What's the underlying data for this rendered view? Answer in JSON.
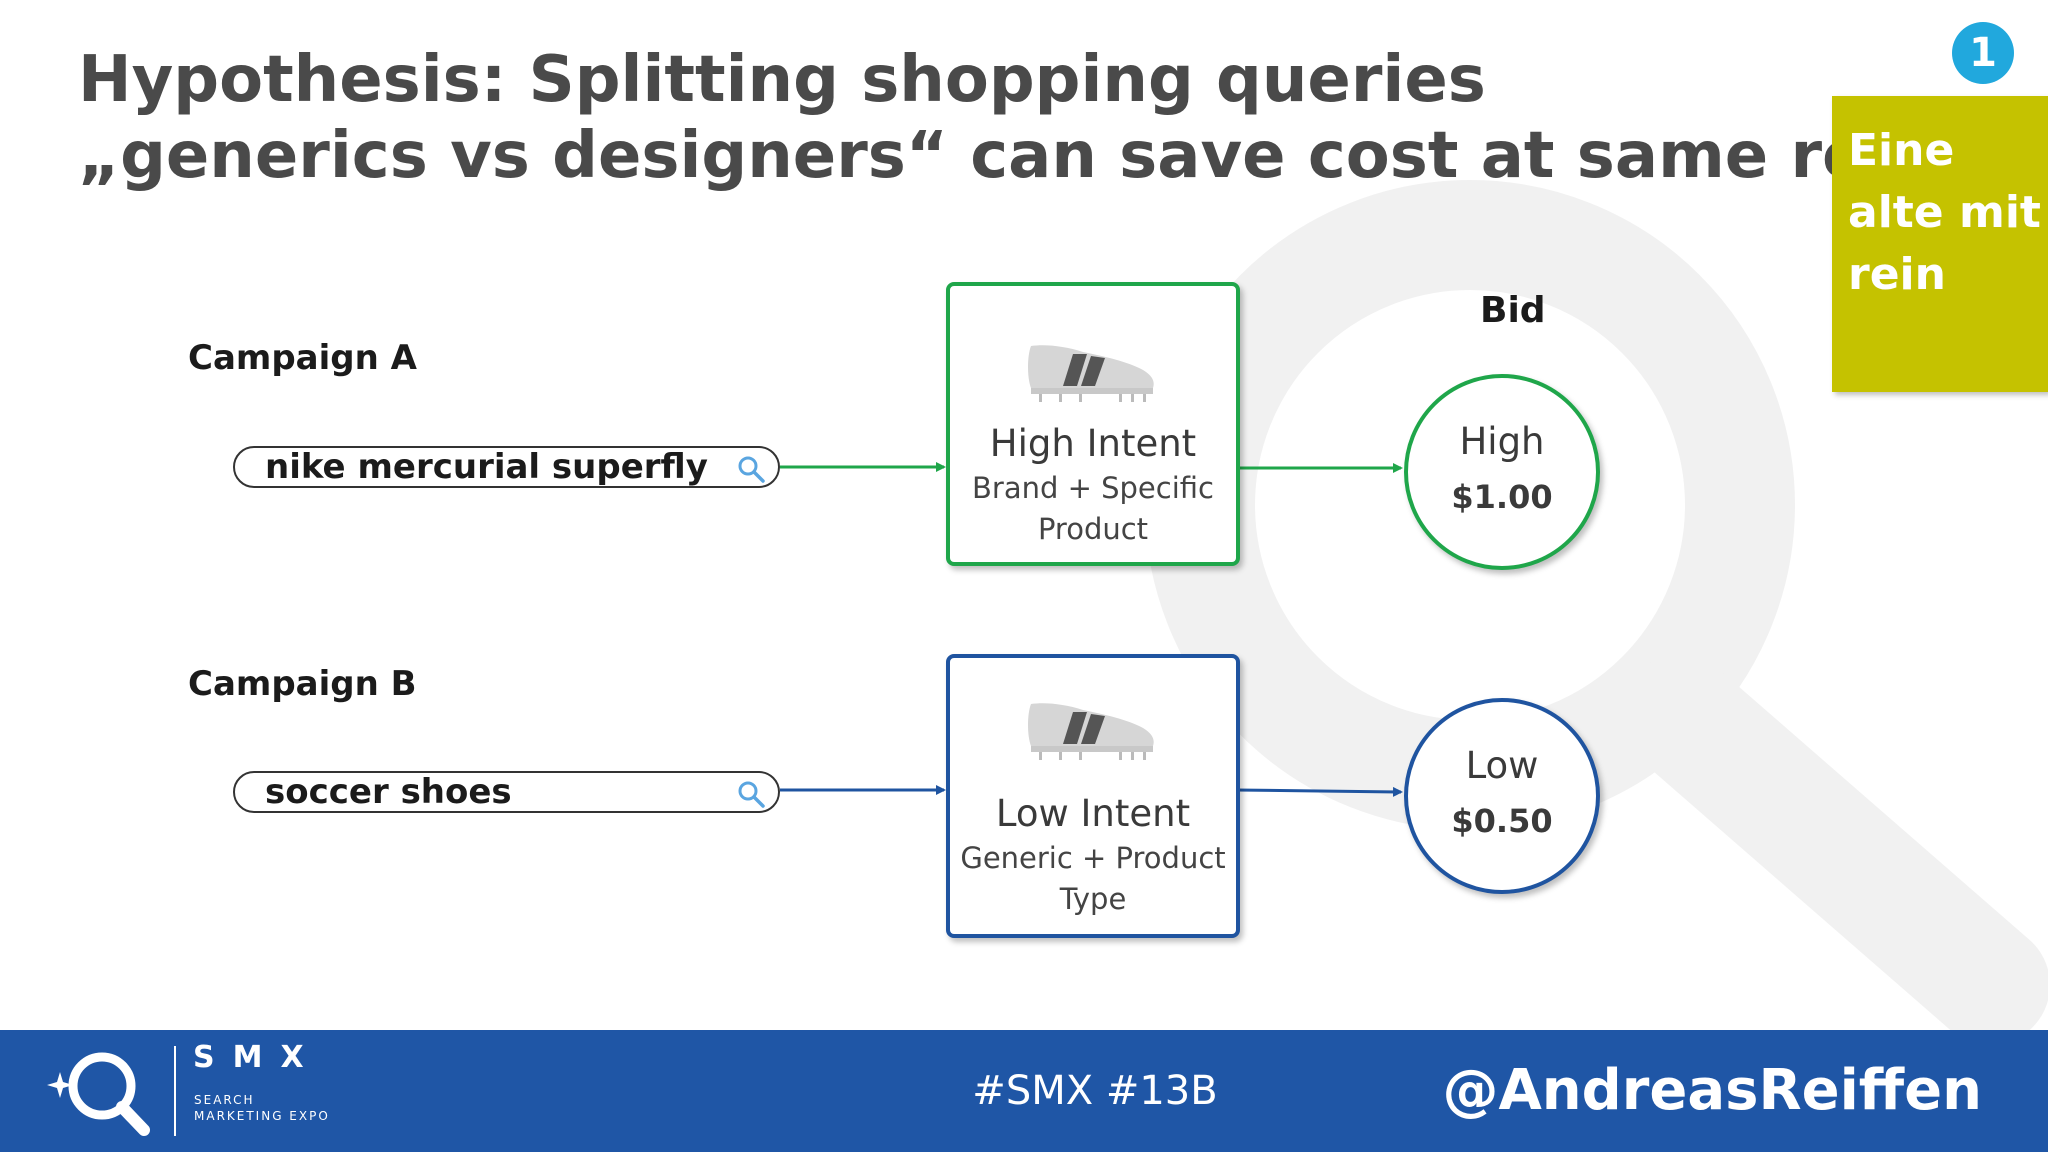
{
  "slide": {
    "title_line1": "Hypothesis: Splitting shopping queries",
    "title_line2": "„generics vs designers“ can save cost at same reven",
    "badge_number": "1",
    "sticky_note": "Eine alte mit rein",
    "bid_header": "Bid"
  },
  "campaigns": [
    {
      "label": "Campaign A",
      "query": "nike mercurial superfly",
      "intent_title": "High Intent",
      "intent_subtitle": "Brand + Specific Product",
      "bid_level": "High",
      "bid_amount": "$1.00",
      "color": "#1fa64a"
    },
    {
      "label": "Campaign B",
      "query": "soccer shoes",
      "intent_title": "Low Intent",
      "intent_subtitle": "Generic + Product Type",
      "bid_level": "Low",
      "bid_amount": "$0.50",
      "color": "#1f54a0"
    }
  ],
  "footer": {
    "logo_text": "SMX",
    "logo_subtitle": "SEARCH MARKETING EXPO",
    "hashtags": "#SMX #13B",
    "handle": "@AndreasReiffen",
    "background": "#1f56a6"
  },
  "icons": {
    "search": "search-icon",
    "shoe": "cleat-shoe-icon",
    "watermark": "magnifier-watermark-icon"
  }
}
